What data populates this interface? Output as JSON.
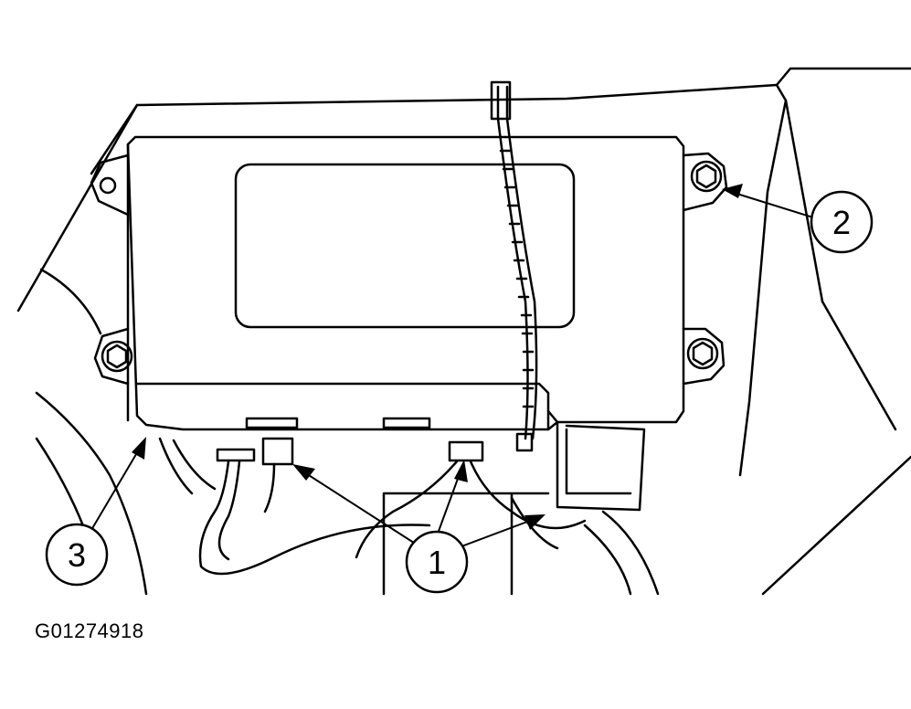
{
  "figure": {
    "id": "G01274918",
    "callouts": [
      {
        "label": "1"
      },
      {
        "label": "2"
      },
      {
        "label": "3"
      }
    ]
  },
  "colors": {
    "ink": "#000000",
    "paper": "#ffffff"
  }
}
